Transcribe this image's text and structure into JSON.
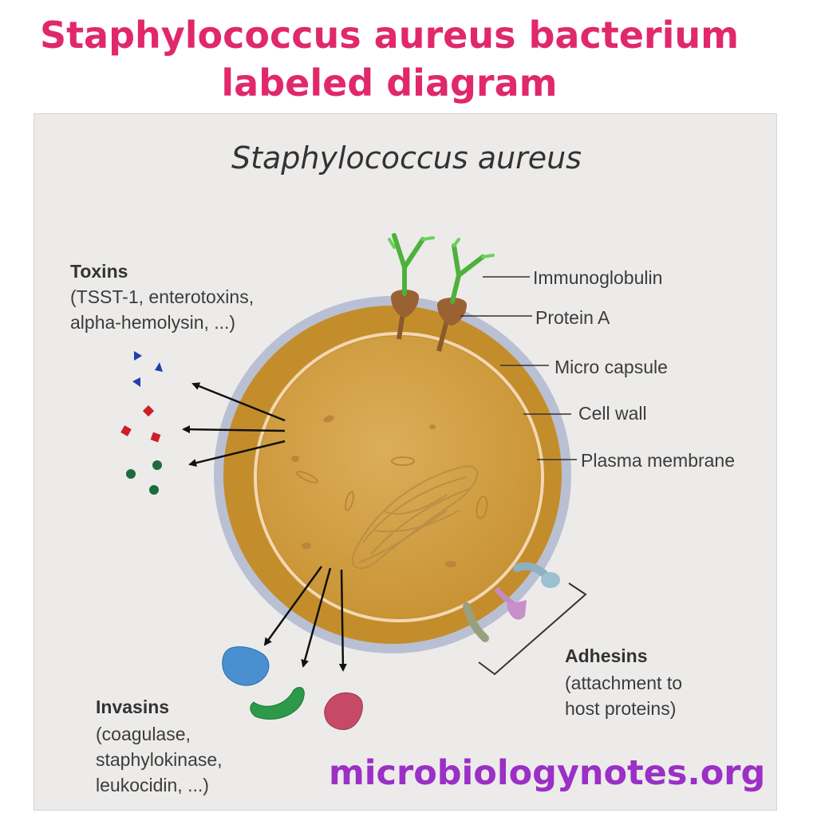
{
  "header": {
    "title_line1": "Staphylococcus aureus bacterium",
    "title_line2": "labeled diagram"
  },
  "diagram": {
    "heading": "Staphylococcus aureus",
    "labels": {
      "immunoglobulin": "Immunoglobulin",
      "protein_a": "Protein A",
      "micro_capsule": "Micro capsule",
      "cell_wall": "Cell wall",
      "plasma_membrane": "Plasma membrane"
    },
    "toxins": {
      "title": "Toxins",
      "line1": "(TSST-1, enterotoxins,",
      "line2": "alpha-hemolysin, ...)"
    },
    "adhesins": {
      "title": "Adhesins",
      "line1": "(attachment to",
      "line2": "host proteins)"
    },
    "invasins": {
      "title": "Invasins",
      "line1": "(coagulase,",
      "line2": "staphylokinase,",
      "line3": "leukocidin, ...)"
    },
    "colors": {
      "capsule": "#b8bfd4",
      "cell_wall": "#c7922f",
      "cytoplasm": "#d3a24c",
      "membrane": "#f2d6b0",
      "toxin_triangles": "#1f3fb0",
      "toxin_diamonds": "#cc1f2a",
      "toxin_dots": "#1d6b3e"
    }
  },
  "watermark": "microbiologynotes.org"
}
